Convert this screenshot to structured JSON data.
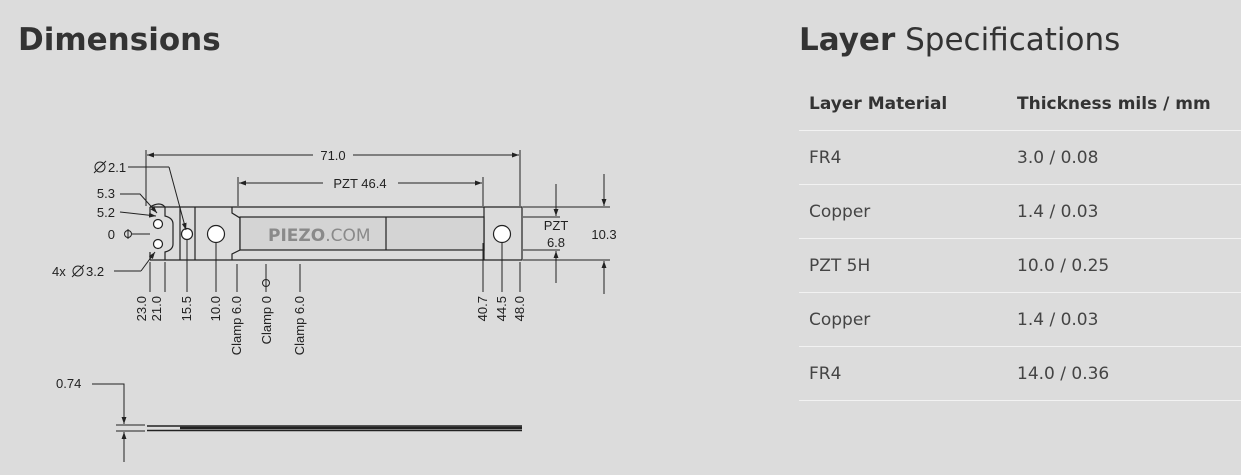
{
  "dimensions": {
    "heading": "Dimensions",
    "overall_length": "71.0",
    "pzt_length": "PZT 46.4",
    "hole_diameter": "2.1",
    "mount_holes": "4x",
    "mount_hole_diameter": "3.2",
    "left_offsets": [
      "5.3",
      "5.2",
      "0"
    ],
    "pzt_width_label": "PZT",
    "pzt_width": "6.8",
    "overall_width": "10.3",
    "bottom_labels": [
      "23.0",
      "21.0",
      "15.5",
      "10.0",
      "Clamp 6.0",
      "Clamp 0",
      "Clamp 6.0",
      "40.7",
      "44.5",
      "48.0"
    ],
    "thickness": "0.74",
    "logo": {
      "bold": "PIEZO",
      "light": ".COM"
    }
  },
  "layer_specs": {
    "heading_bold": "Layer",
    "heading_rest": "Specifications",
    "columns": [
      "Layer Material",
      "Thickness mils / mm"
    ],
    "rows": [
      [
        "FR4",
        "3.0 / 0.08"
      ],
      [
        "Copper",
        "1.4 / 0.03"
      ],
      [
        "PZT 5H",
        "10.0 / 0.25"
      ],
      [
        "Copper",
        "1.4 / 0.03"
      ],
      [
        "FR4",
        "14.0 / 0.36"
      ]
    ]
  }
}
